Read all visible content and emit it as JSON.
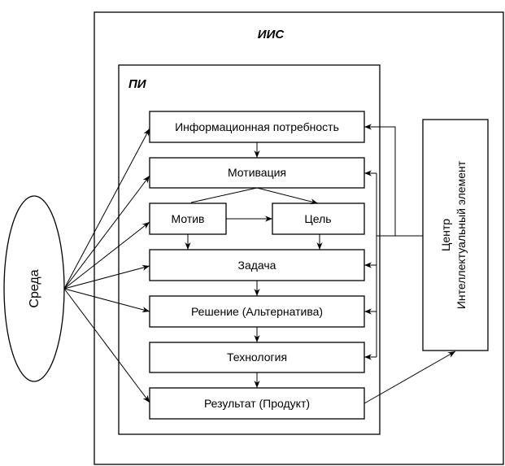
{
  "diagram": {
    "outer_container": {
      "label": "ИИС"
    },
    "inner_container": {
      "label": "ПИ"
    },
    "environment": {
      "label": "Среда"
    },
    "center": {
      "line1": "Центр",
      "line2": "Интеллектуальный  элемент"
    },
    "nodes": {
      "info_need": "Информационная потребность",
      "motivation": "Мотивация",
      "motive": "Мотив",
      "goal": "Цель",
      "task": "Задача",
      "solution": "Решение (Альтернатива)",
      "technology": "Технология",
      "result": "Результат (Продукт)"
    },
    "edges": [
      {
        "from": "info_need",
        "to": "motivation"
      },
      {
        "from": "motivation",
        "to": "motive"
      },
      {
        "from": "motivation",
        "to": "goal"
      },
      {
        "from": "motive",
        "to": "goal"
      },
      {
        "from": "motive",
        "to": "task"
      },
      {
        "from": "goal",
        "to": "task"
      },
      {
        "from": "task",
        "to": "solution"
      },
      {
        "from": "solution",
        "to": "technology"
      },
      {
        "from": "technology",
        "to": "result"
      },
      {
        "from": "environment",
        "to": "info_need"
      },
      {
        "from": "environment",
        "to": "motivation"
      },
      {
        "from": "environment",
        "to": "motive"
      },
      {
        "from": "environment",
        "to": "task"
      },
      {
        "from": "environment",
        "to": "solution"
      },
      {
        "from": "environment",
        "to": "result"
      },
      {
        "from": "center",
        "to": "info_need"
      },
      {
        "from": "center",
        "to": "motivation"
      },
      {
        "from": "center",
        "to": "task"
      },
      {
        "from": "center",
        "to": "solution"
      },
      {
        "from": "center",
        "to": "technology"
      },
      {
        "from": "result",
        "to": "center"
      }
    ]
  }
}
